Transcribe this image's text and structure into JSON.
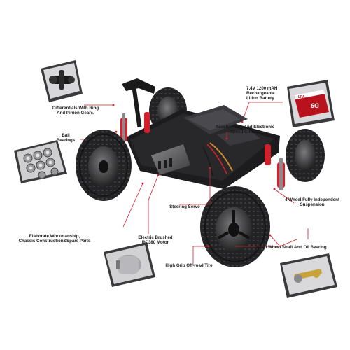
{
  "colors": {
    "accent": "#d4202a",
    "chassis": "#1c1c1e",
    "tire": "#2a2a2c",
    "panel": "#5a5a5e",
    "background": "#ffffff"
  },
  "callouts": {
    "differentials": {
      "line1": "Differentials With Ring",
      "line2": "And Pinion Gears."
    },
    "battery": {
      "line1": "7.4V 1200 mAH",
      "line2": "Rechargeable",
      "line3": "Li-ion Battery"
    },
    "ball_bearings": {
      "line1": "Ball",
      "line2": "Bearings"
    },
    "receiver": {
      "line1": "Receiver Box And Electronic",
      "line2": "Speed Control"
    },
    "suspension": {
      "line1": "4 Wheel Fully Independent",
      "line2": "Suspension"
    },
    "steering_servo": {
      "line1": "Steering Servo"
    },
    "workmanship": {
      "line1": "Elaborate Workmanship,",
      "line2": "Chassis Construction&Spare Parts"
    },
    "motor": {
      "line1": "Electric Brushed",
      "line2": "RC380 Motor"
    },
    "metal_shaft": {
      "line1": "Metal Wheel Shaft And Oil Bearing"
    },
    "tire": {
      "line1": "High Grip Off-road Tire"
    }
  },
  "battery_sticker": {
    "brand": "LPA",
    "model": "6G"
  }
}
